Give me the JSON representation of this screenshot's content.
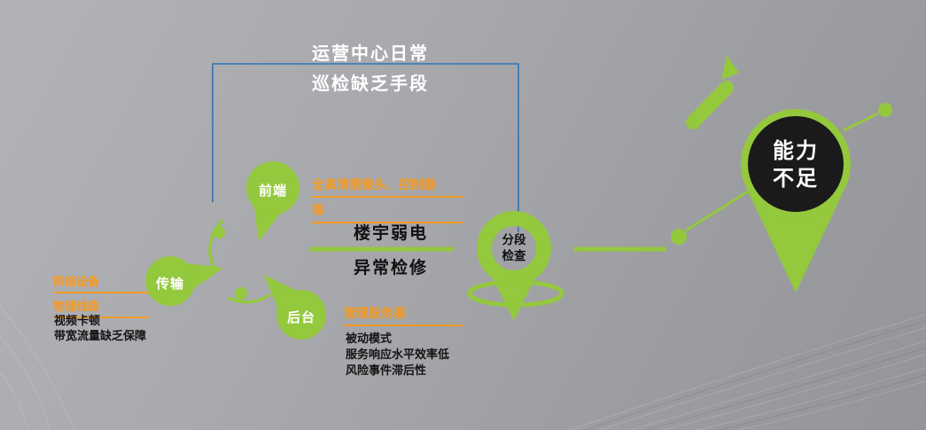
{
  "colors": {
    "green": "#94c83d",
    "orange": "#f59a23",
    "blue": "#2e74b5",
    "background_gray": "#a4a5a9",
    "result_circle": "#1a1a1a",
    "pin_text": "#ffffff",
    "dark_text": "#141414"
  },
  "title": {
    "line1": "运营中心日常",
    "line2": "巡检缺乏手段"
  },
  "cluster": {
    "front": {
      "label": "前端",
      "note_lines": [
        "全高清摄像头、控制器",
        "等"
      ]
    },
    "transmission": {
      "label": "传输",
      "orange_lines": [
        "网络设备",
        "物理线路"
      ],
      "black_lines": [
        "视频卡顿",
        "带宽流量缺乏保障"
      ]
    },
    "backend": {
      "label": "后台",
      "orange_line": "管理服务器",
      "black_lines": [
        "被动模式",
        "服务响应水平效率低",
        "风险事件滞后性"
      ]
    }
  },
  "link": {
    "line1": "楼宇弱电",
    "line2": "异常检修"
  },
  "segment_pin": {
    "line1": "分段",
    "line2": "检查"
  },
  "result_pin": {
    "line1": "能力",
    "line2": "不足"
  }
}
